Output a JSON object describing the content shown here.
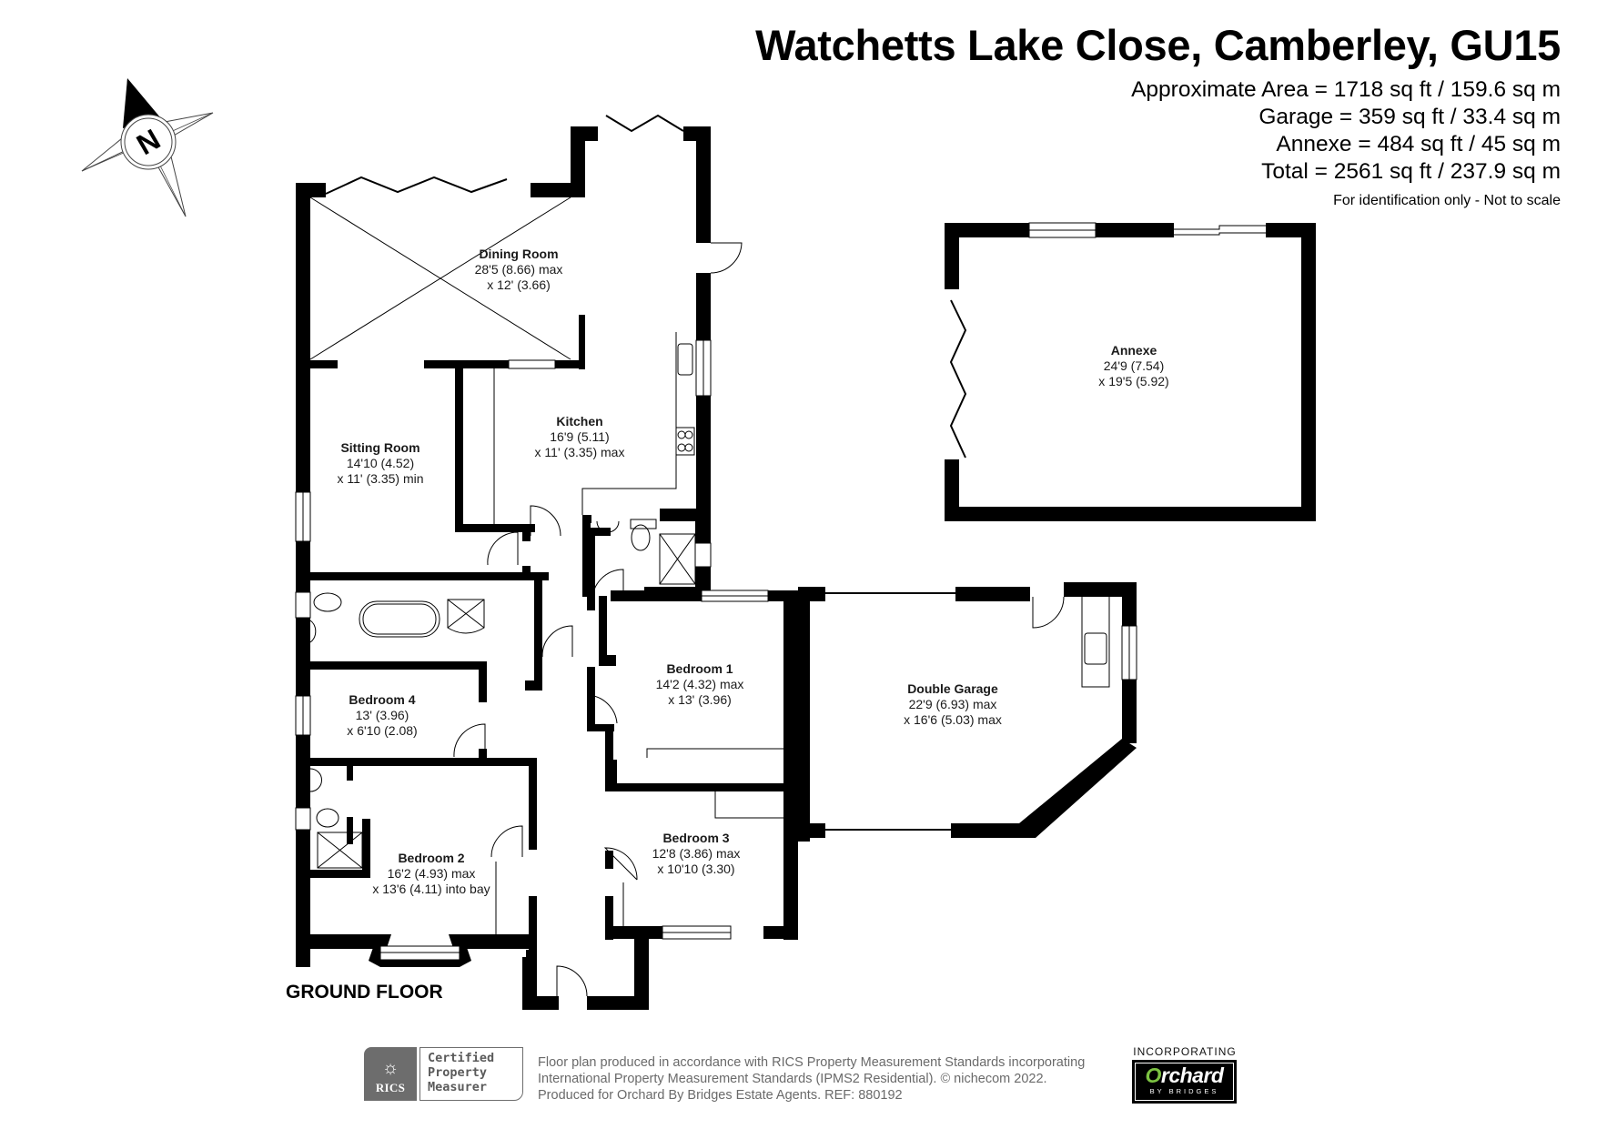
{
  "header": {
    "title": "Watchetts Lake Close, Camberley, GU15",
    "areas": [
      "Approximate Area = 1718 sq ft / 159.6 sq m",
      "Garage = 359 sq ft / 33.4 sq m",
      "Annexe = 484 sq ft / 45 sq m",
      "Total = 2561 sq ft / 237.9 sq m"
    ],
    "disclaimer": "For identification only - Not to scale"
  },
  "compass": {
    "icon": "compass-north-icon",
    "letter": "N"
  },
  "floor_label": "GROUND FLOOR",
  "rooms": [
    {
      "name": "Dining Room",
      "dim1": "28'5 (8.66) max",
      "dim2": "x 12' (3.66)"
    },
    {
      "name": "Kitchen",
      "dim1": "16'9 (5.11)",
      "dim2": "x 11' (3.35) max"
    },
    {
      "name": "Sitting Room",
      "dim1": "14'10 (4.52)",
      "dim2": "x 11' (3.35) min"
    },
    {
      "name": "Bedroom 4",
      "dim1": "13' (3.96)",
      "dim2": "x 6'10 (2.08)"
    },
    {
      "name": "Bedroom 1",
      "dim1": "14'2 (4.32) max",
      "dim2": "x 13' (3.96)"
    },
    {
      "name": "Bedroom 2",
      "dim1": "16'2 (4.93) max",
      "dim2": "x 13'6 (4.11) into bay"
    },
    {
      "name": "Bedroom 3",
      "dim1": "12'8 (3.86) max",
      "dim2": "x 10'10 (3.30)"
    },
    {
      "name": "Double Garage",
      "dim1": "22'9 (6.93) max",
      "dim2": "x 16'6 (5.03) max"
    },
    {
      "name": "Annexe",
      "dim1": "24'9 (7.54)",
      "dim2": "x 19'5 (5.92)"
    }
  ],
  "footer": {
    "rics": {
      "seal_text": "RICS",
      "cert_lines": [
        "Certified",
        "Property",
        "Measurer"
      ]
    },
    "lines": [
      "Floor plan produced in accordance with RICS Property Measurement Standards incorporating",
      "International Property Measurement Standards (IPMS2 Residential).   © nichecom 2022.",
      "Produced for Orchard By Bridges Estate Agents.   REF:  880192"
    ],
    "incorporating": "INCORPORATING",
    "logo": {
      "brand_first": "O",
      "brand_rest": "rchard",
      "sub": "BY BRIDGES",
      "accent": "#7cc242"
    }
  },
  "colors": {
    "wall": "#000000",
    "background": "#ffffff",
    "badge_grey": "#6d6d6d"
  }
}
